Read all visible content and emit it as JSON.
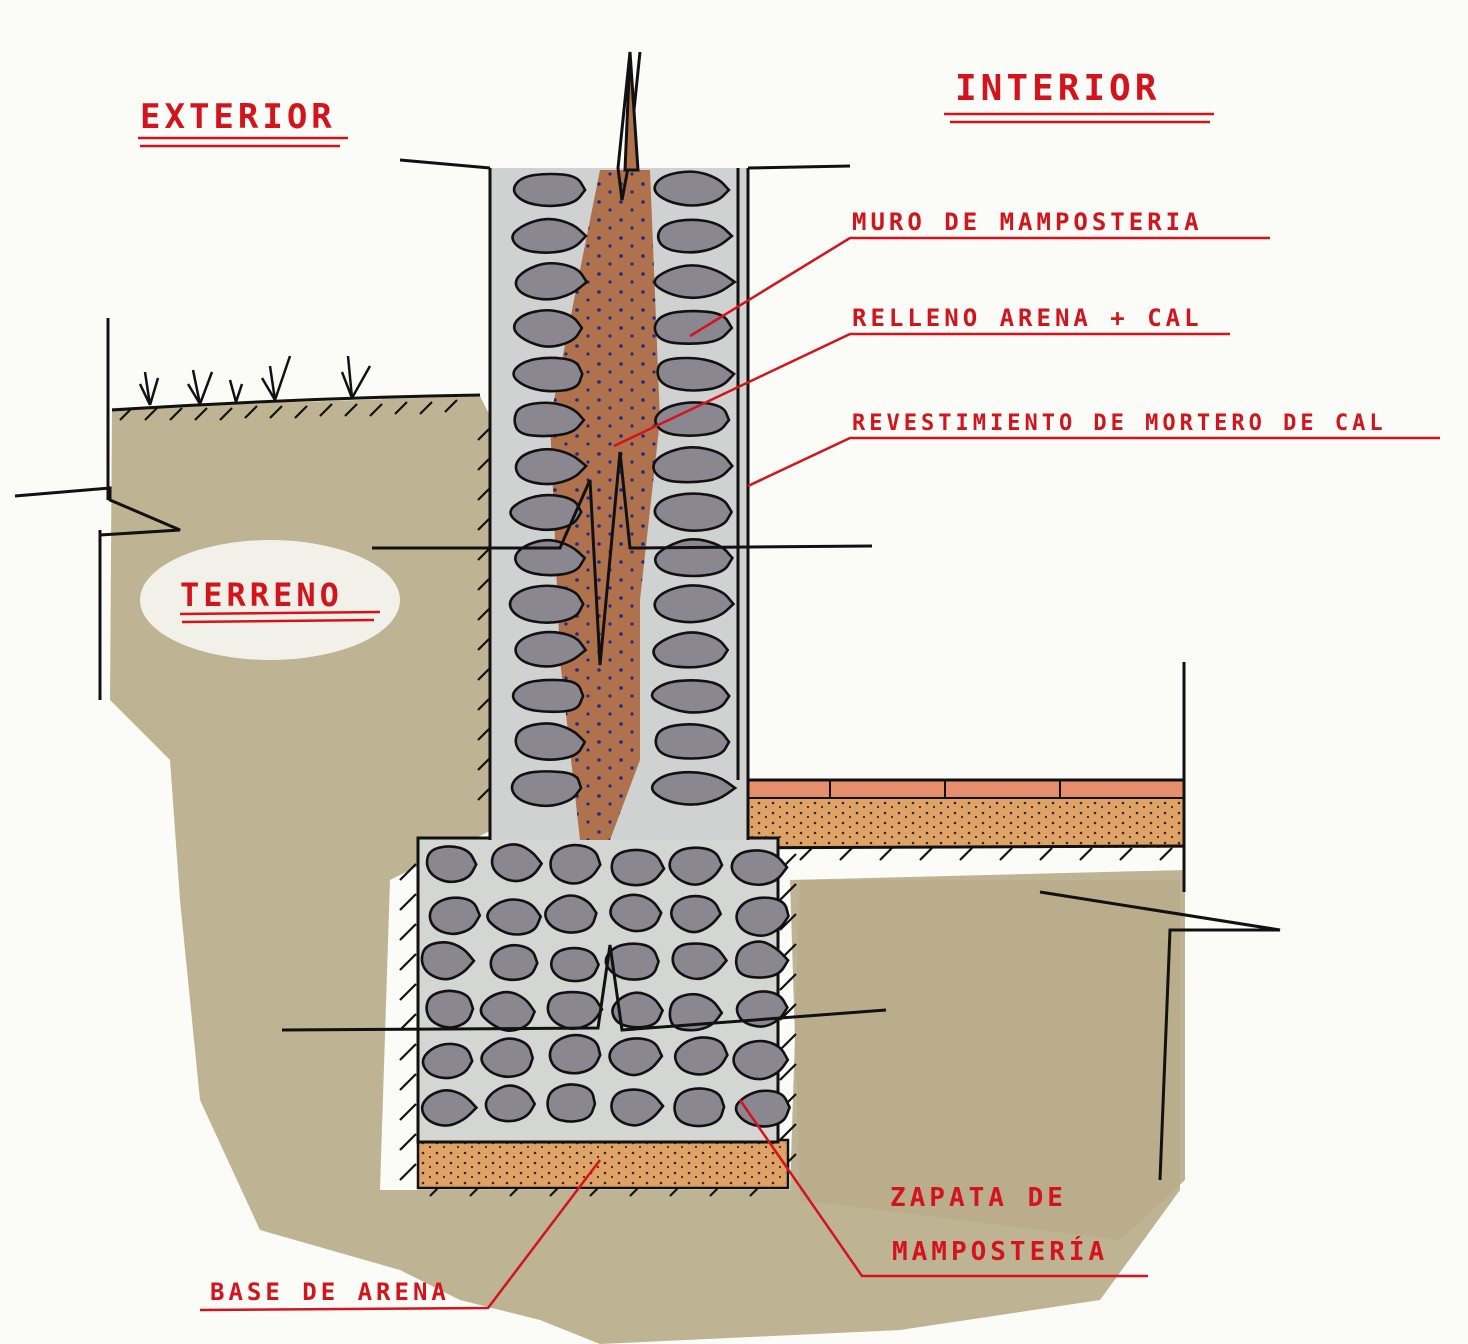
{
  "labels": {
    "exterior": "EXTERIOR",
    "interior": "INTERIOR",
    "terreno": "TERRENO",
    "muro": "MURO DE MAMPOSTERIA",
    "relleno": "RELLENO ARENA + CAL",
    "revestimiento": "REVESTIMIENTO DE MORTERO DE CAL",
    "zapata_line1": "ZAPATA DE",
    "zapata_line2": "MAMPOSTERÍA",
    "base": "BASE DE ARENA"
  },
  "colors": {
    "ink": "#111111",
    "annotation_red": "#d4141c",
    "soil": "#b9ad8a",
    "stone": "#8a8790",
    "fill_brown": "#b0724c",
    "sand": "#dfa368",
    "render": "#cfd2d0",
    "brick": "#e58f6c"
  }
}
